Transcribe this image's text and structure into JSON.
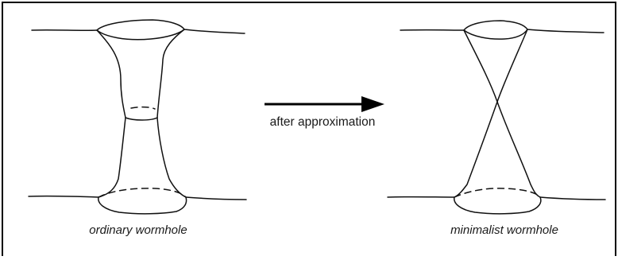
{
  "figure": {
    "arrow_label": "after approximation",
    "left_panel": {
      "caption": "ordinary wormhole"
    },
    "right_panel": {
      "caption": "minimalist wormhole"
    }
  },
  "colors": {
    "line": "#111111",
    "frame": "#000000",
    "background": "#ffffff"
  }
}
